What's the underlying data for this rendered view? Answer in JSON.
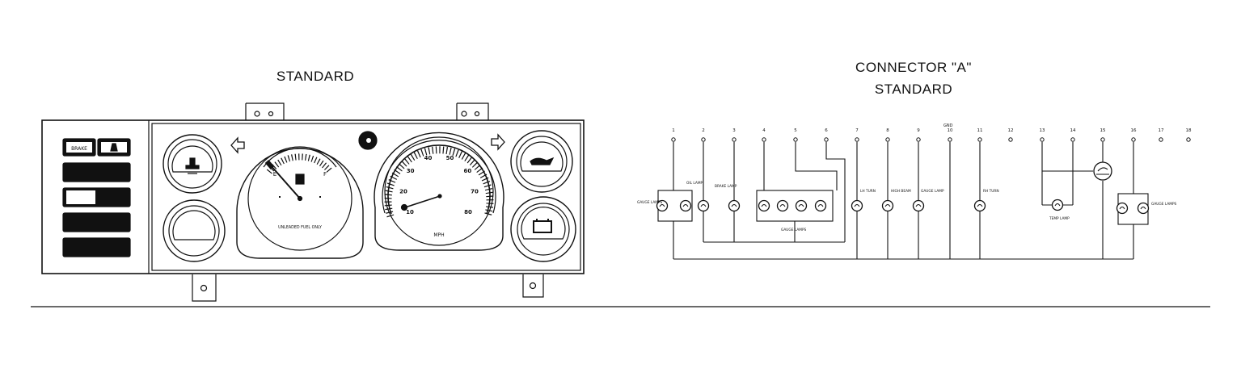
{
  "left_title": "STANDARD",
  "right_title_line1": "CONNECTOR \"A\"",
  "right_title_line2": "STANDARD",
  "cluster": {
    "speedo_unit": "MPH",
    "speedo_ticks": [
      "10",
      "20",
      "30",
      "40",
      "50",
      "60",
      "70",
      "80"
    ],
    "fuel_label": "UNLEADED FUEL ONLY",
    "fuel_empty": "E",
    "fuel_full": "F",
    "panel_buttons": [
      "BRAKE",
      "",
      "",
      "",
      "",
      ""
    ]
  },
  "connector": {
    "pins": [
      "1",
      "2",
      "3",
      "4",
      "5",
      "6",
      "7",
      "8",
      "9",
      "10",
      "11",
      "12",
      "13",
      "14",
      "15",
      "16",
      "17",
      "18"
    ],
    "pin10_note": "GND",
    "labels": {
      "gauge_lamps_left": "GAUGE LAMPS",
      "oil_lamp": "OIL LAMP",
      "brake_lamp": "BRAKE LAMP",
      "gauge_lamps_center": "GAUGE LAMPS",
      "lh_turn": "LH TURN",
      "high_beam": "HIGH BEAM",
      "gauge_lamp": "GAUGE LAMP",
      "rh_turn": "RH TURN",
      "temp_lamp": "TEMP LAMP",
      "gauge_lamps_right": "GAUGE LAMPS"
    }
  }
}
